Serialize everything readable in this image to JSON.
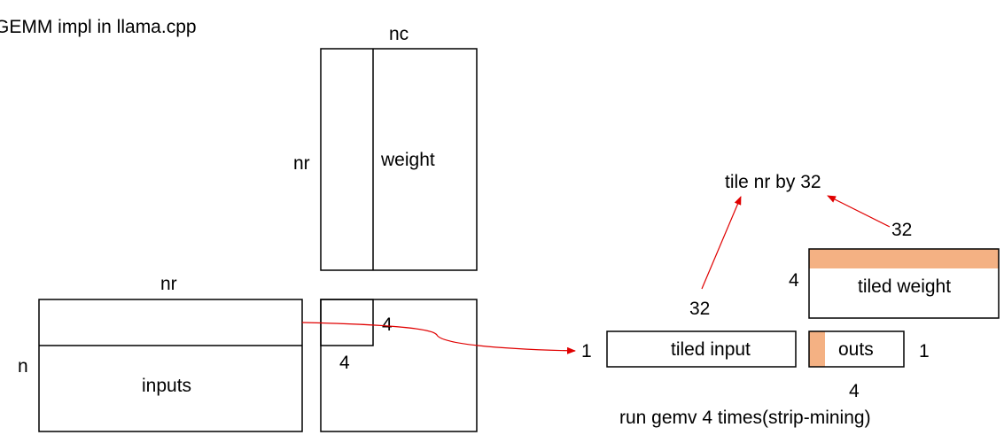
{
  "title": "GEMM impl in llama.cpp",
  "weight": {
    "label": "weight",
    "top_label": "nc",
    "side_label": "nr"
  },
  "inputs": {
    "label": "inputs",
    "top_label": "nr",
    "side_label": "n"
  },
  "output_block": {
    "right_label": "4",
    "bottom_label": "4"
  },
  "tile_note": "tile nr by 32",
  "tiled_input": {
    "label": "tiled input",
    "top_label": "32",
    "left_label": "1"
  },
  "tiled_weight": {
    "label": "tiled weight",
    "top_label": "32",
    "left_label": "4"
  },
  "outs": {
    "label": "outs",
    "right_label": "1",
    "bottom_label": "4"
  },
  "footer_note": "run gemv 4 times(strip-mining)",
  "colors": {
    "highlight": "#f4b183",
    "arrow": "#e00000",
    "line": "#000000"
  }
}
